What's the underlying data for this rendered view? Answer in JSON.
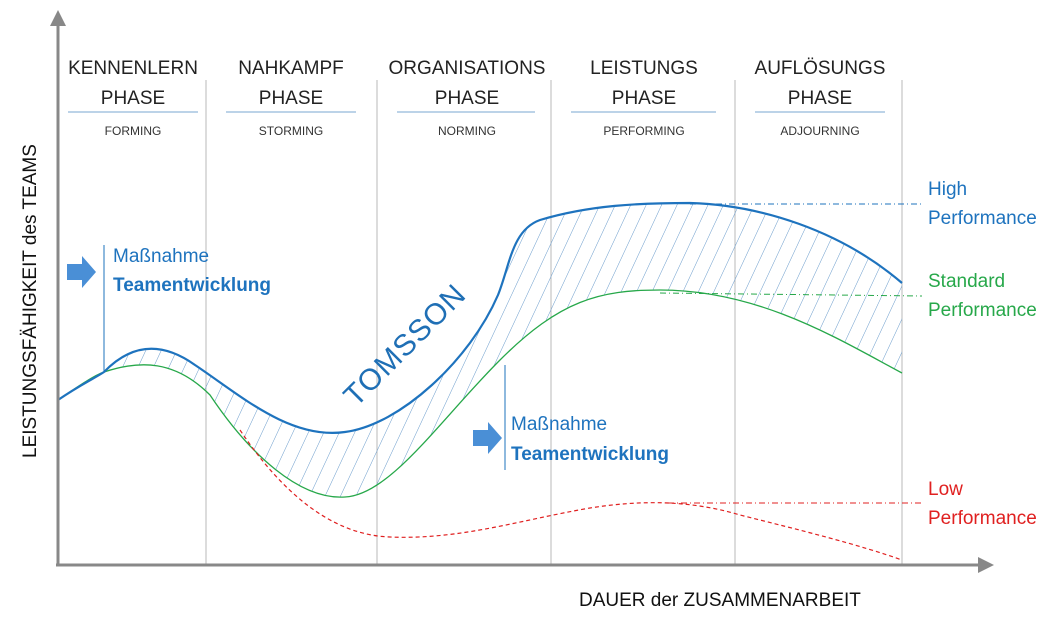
{
  "phases": [
    {
      "title_line1": "KENNENLERN",
      "title_line2": "PHASE",
      "sub": "FORMING"
    },
    {
      "title_line1": "NAHKAMPF",
      "title_line2": "PHASE",
      "sub": "STORMING"
    },
    {
      "title_line1": "ORGANISATIONS",
      "title_line2": "PHASE",
      "sub": "NORMING"
    },
    {
      "title_line1": "LEISTUNGS",
      "title_line2": "PHASE",
      "sub": "PERFORMING"
    },
    {
      "title_line1": "AUFLÖSUNGS",
      "title_line2": "PHASE",
      "sub": "ADJOURNING"
    }
  ],
  "axes": {
    "y_label": "LEISTUNGSFÄHIGKEIT des TEAMS",
    "x_label": "DAUER der ZUSAMMENARBEIT"
  },
  "performance_labels": {
    "high": {
      "line1": "High",
      "line2": "Performance",
      "color": "#1e73be"
    },
    "standard": {
      "line1": "Standard",
      "line2": "Performance",
      "color": "#27a84a"
    },
    "low": {
      "line1": "Low",
      "line2": "Performance",
      "color": "#e02020"
    }
  },
  "measures": [
    {
      "line1": "Maßnahme",
      "line2": "Teamentwicklung",
      "icon": "arrow-right-icon"
    },
    {
      "line1": "Maßnahme",
      "line2": "Teamentwicklung",
      "icon": "arrow-right-icon"
    }
  ],
  "brand": "TOMSSON",
  "colors": {
    "blue": "#1e73be",
    "green": "#27a84a",
    "red": "#e02020",
    "axis": "#888888"
  }
}
